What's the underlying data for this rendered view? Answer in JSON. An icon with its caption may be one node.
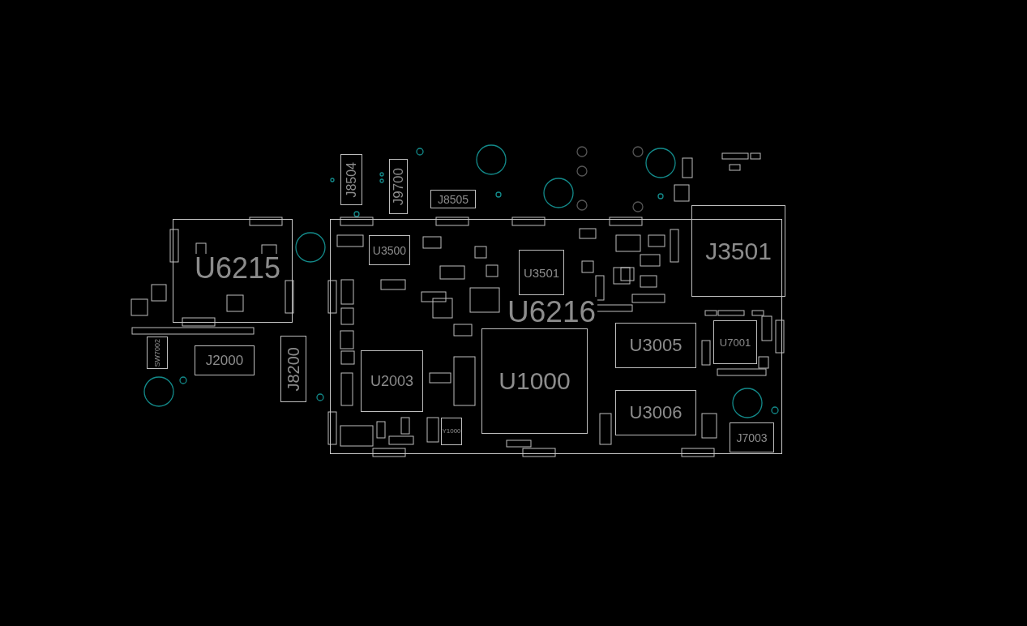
{
  "diagram": {
    "nodes": [
      {
        "text": [],
        "shape": "box"
      },
      {
        "text": [
          "SW7002"
        ]
      },
      {
        "text": [
          "J2000"
        ]
      },
      {
        "text": [
          "J8200"
        ]
      },
      {
        "text": [
          "J8504"
        ]
      },
      {
        "text": [
          "J9700"
        ]
      },
      {
        "text": [
          "J8505"
        ]
      },
      {
        "text": [],
        "shape": "box"
      },
      {
        "text": [
          "U3500"
        ],
        "in": 7
      },
      {
        "text": [
          "U3501"
        ],
        "in": 7
      },
      {
        "text": [
          "U1000"
        ],
        "in": 7
      },
      {
        "text": [
          "U2003"
        ],
        "in": 7
      },
      {
        "text": [
          "Y1000"
        ],
        "in": 7
      },
      {
        "text": [
          "U3005"
        ],
        "in": 7
      },
      {
        "text": [
          "U3006"
        ],
        "in": 7
      },
      {
        "text": [
          "U7001"
        ],
        "in": 7
      },
      {
        "text": [
          "J7003"
        ],
        "in": 7
      },
      {
        "text": [
          "J3501"
        ]
      }
    ],
    "edges": [],
    "labels": [
      "U6215",
      "U6216"
    ]
  }
}
